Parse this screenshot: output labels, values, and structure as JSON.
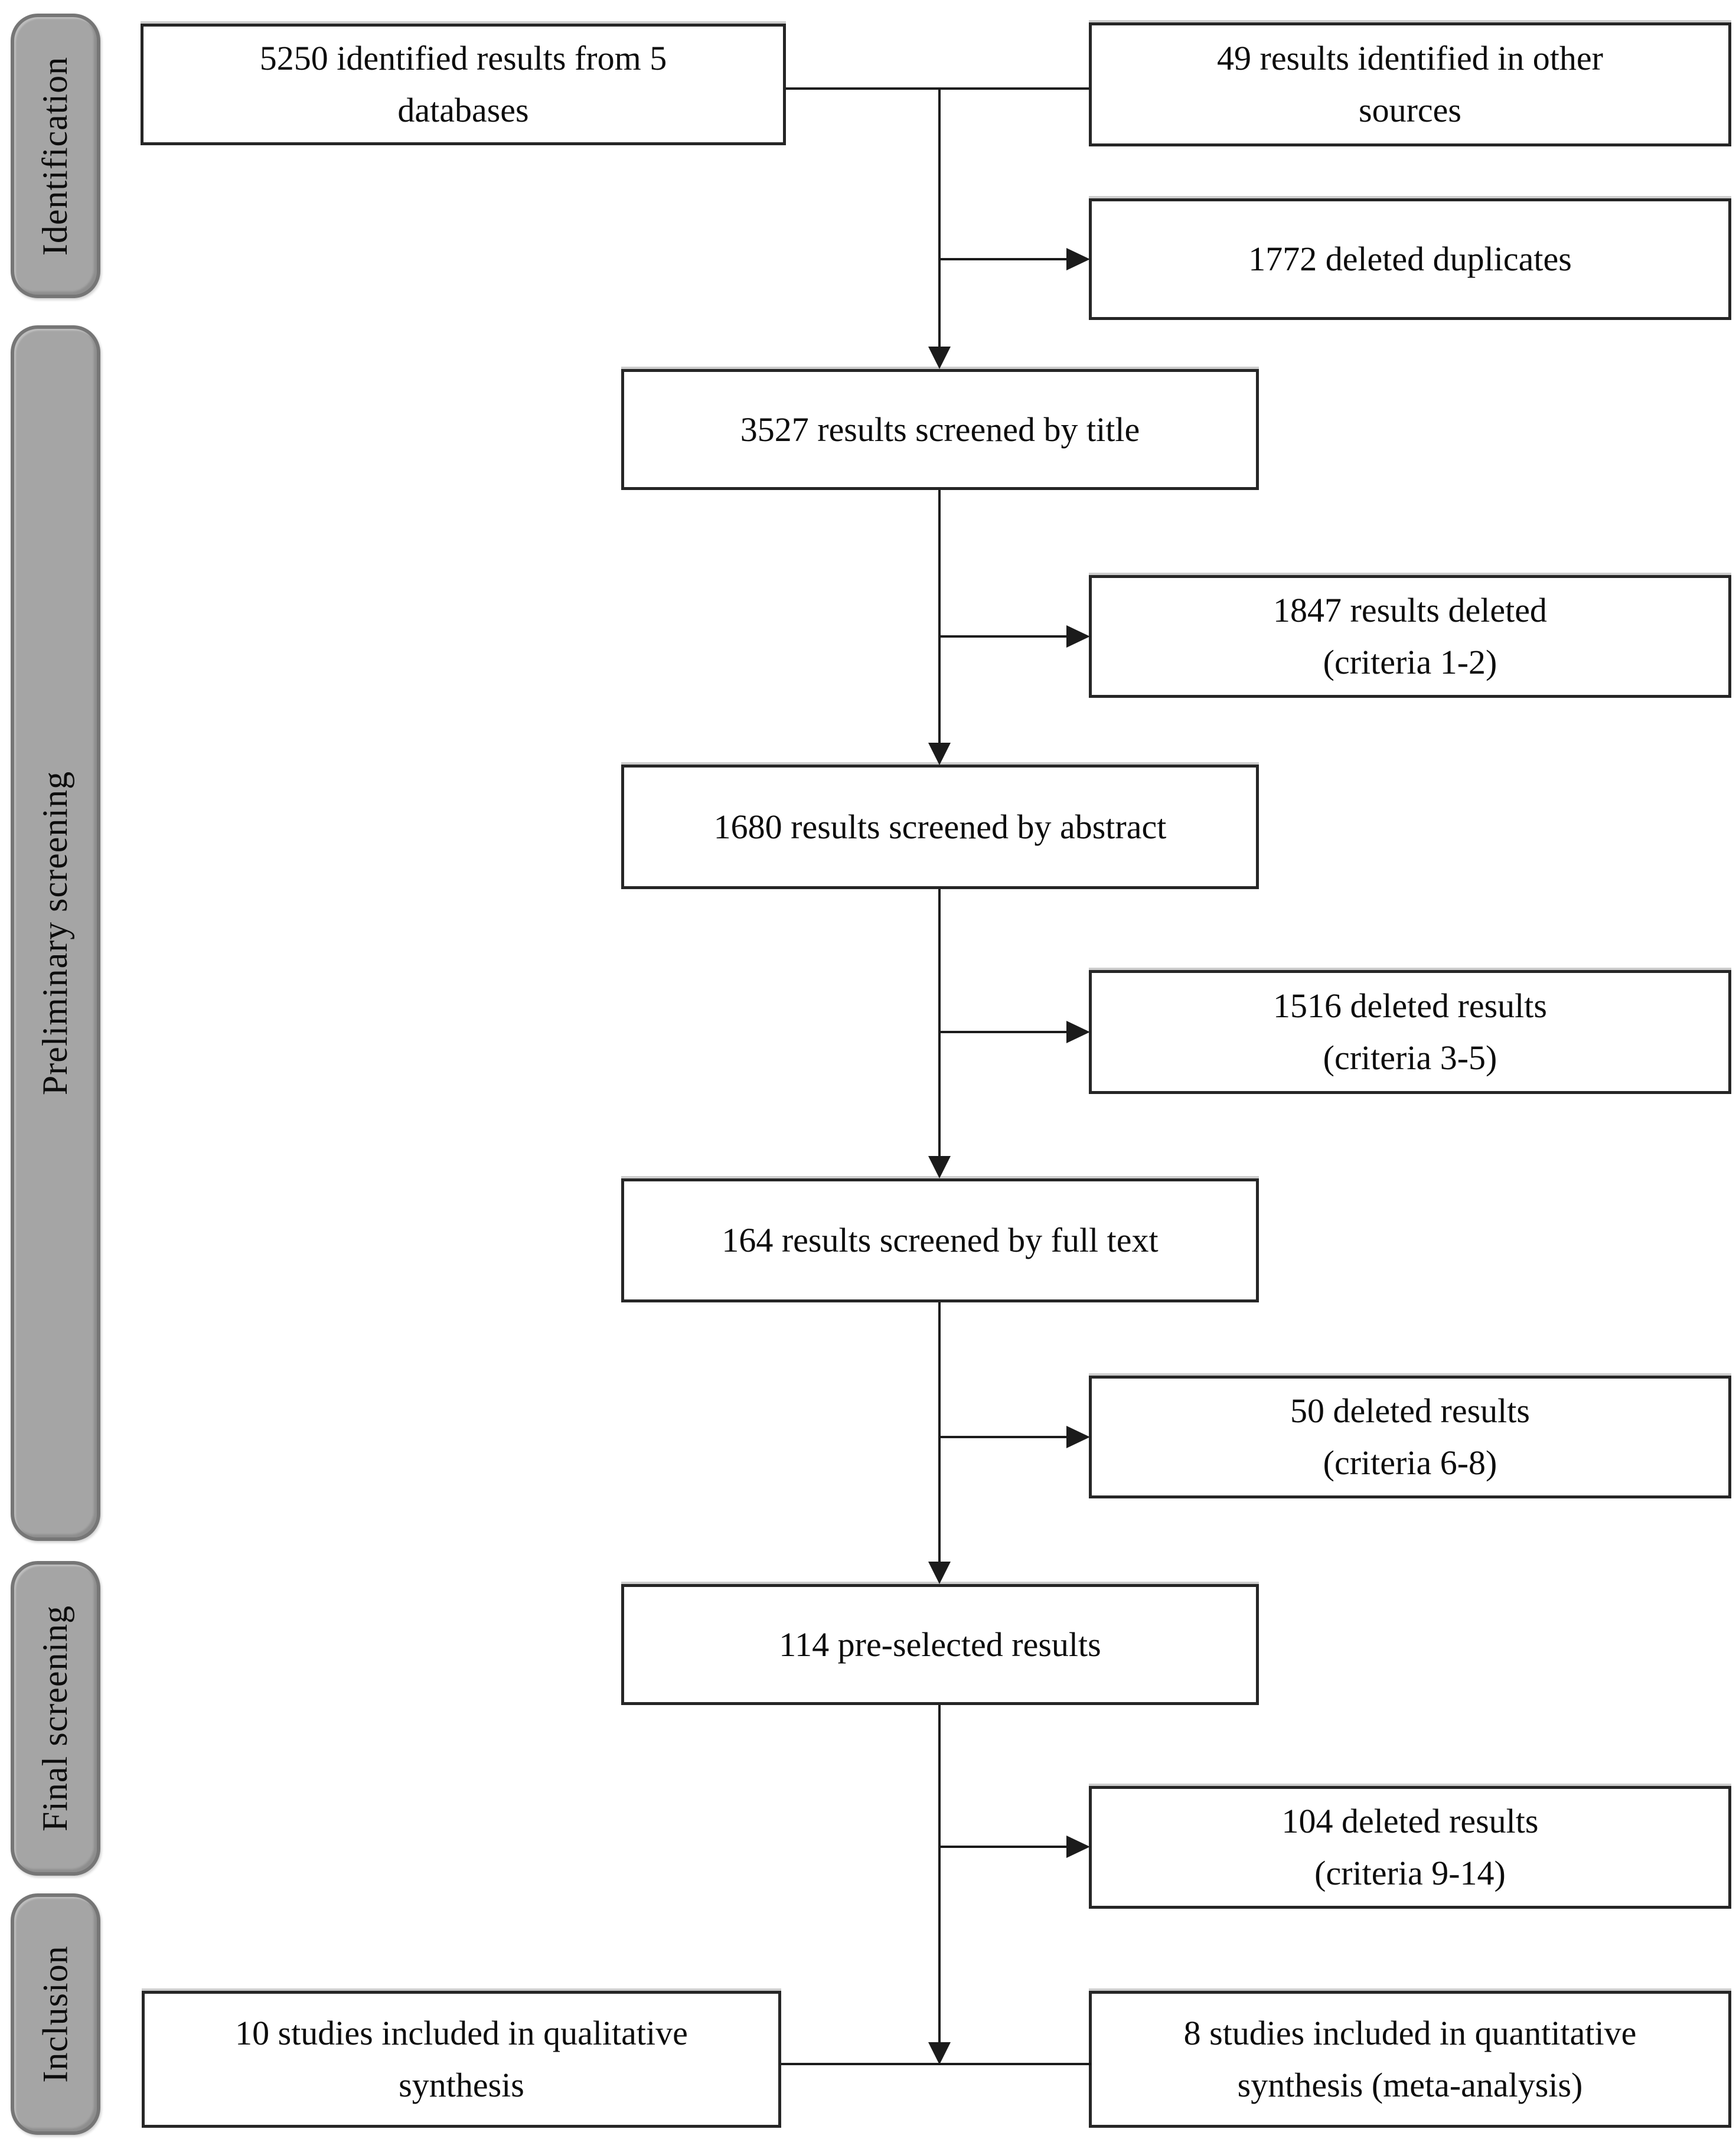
{
  "diagram": {
    "stages": [
      {
        "label": "Identification"
      },
      {
        "label": "Preliminary screening"
      },
      {
        "label": "Final screening"
      },
      {
        "label": "Inclusion"
      }
    ],
    "boxes": {
      "identified_databases": {
        "lines": [
          "5250 identified results from 5",
          "databases"
        ]
      },
      "identified_other": {
        "lines": [
          "49 results identified in other",
          "sources"
        ]
      },
      "deleted_duplicates": {
        "lines": [
          "1772 deleted duplicates"
        ]
      },
      "screened_title": {
        "lines": [
          "3527 results screened by title"
        ]
      },
      "deleted_criteria_1_2": {
        "lines": [
          "1847 results deleted",
          "(criteria 1-2)"
        ]
      },
      "screened_abstract": {
        "lines": [
          "1680 results screened by abstract"
        ]
      },
      "deleted_criteria_3_5": {
        "lines": [
          "1516 deleted results",
          "(criteria 3-5)"
        ]
      },
      "screened_fulltext": {
        "lines": [
          "164 results screened by full text"
        ]
      },
      "deleted_criteria_6_8": {
        "lines": [
          "50 deleted results",
          "(criteria 6-8)"
        ]
      },
      "preselected": {
        "lines": [
          "114 pre-selected results"
        ]
      },
      "deleted_criteria_9_14": {
        "lines": [
          "104 deleted results",
          "(criteria 9-14)"
        ]
      },
      "qualitative": {
        "lines": [
          "10 studies included in qualitative",
          "synthesis"
        ]
      },
      "quantitative": {
        "lines": [
          "8 studies included in quantitative",
          "synthesis (meta-analysis)"
        ]
      }
    },
    "colors": {
      "stage_fill": "#a5a5a5",
      "stage_border": "#767676",
      "box_fill": "#ffffff",
      "box_border": "#262626",
      "line": "#1b1b1b",
      "text": "#0d0d0d",
      "background": "#ffffff"
    }
  }
}
